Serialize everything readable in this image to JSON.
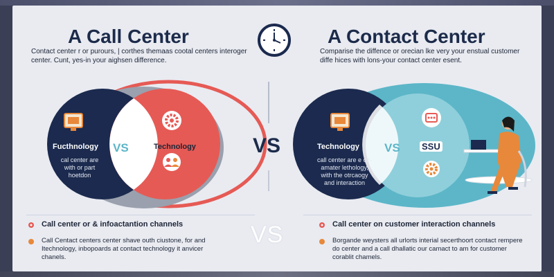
{
  "left": {
    "title": "A Call Center",
    "intro": "Contact center r or purours, | corthes themaas cootal centers interoger center. Cunt, yes-in your aighsen difference.",
    "outer_label": "Fucthnology",
    "vs_label": "VS",
    "inner_label": "Technology",
    "small_text": "cal center are with or part hoetdon",
    "feature": "Call center or & infoactantion channels",
    "desc": "Call Centact centers center shave outh ciustone, for and Itechnology, inbopoards at contact technology it anvicer chanels."
  },
  "right": {
    "title": "A Contact Center",
    "intro": "Comparise the diffence or orecian lke very your enstual customer diffe hices with lons-your contact center esent.",
    "outer_label": "Technology",
    "vs_label": "VS",
    "inner_label": "SSU",
    "small_text": "call center are e oz-amater lethology, with the otrcaogy and interaction",
    "feature": "Call center on customer interaction channels",
    "desc": "Borgande weysters all urlorts interial secerthoort contact rempere do center and a call dhallatic our camact to am for customer corablit chamels."
  },
  "center": {
    "vs_main": "VS",
    "vs_bottom": "VS"
  },
  "icons": {
    "left_top": "monitor-icon",
    "left_gear": "gear-icon",
    "left_people": "people-icon",
    "right_top": "monitor-icon",
    "right_mid": "phone-icon",
    "right_gear": "gear-icon"
  },
  "colors": {
    "navy": "#1b2a4e",
    "coral": "#e65a55",
    "teal": "#5cb6c8",
    "orange": "#e8883a"
  }
}
